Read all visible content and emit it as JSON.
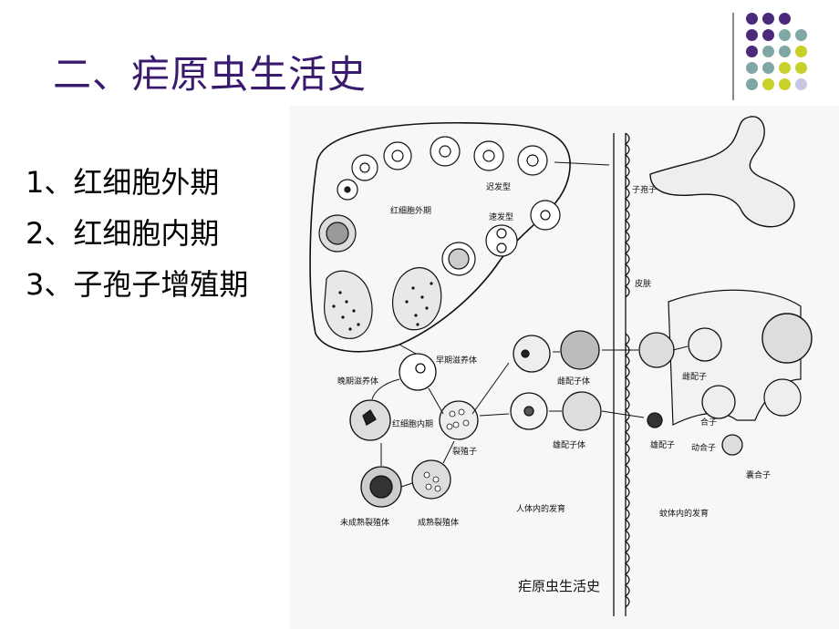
{
  "title": "二、疟原虫生活史",
  "bullets": [
    "1、红细胞外期",
    "2、红细胞内期",
    "3、子孢子增殖期"
  ],
  "figure": {
    "caption": "疟原虫生活史",
    "labels": {
      "exo_stage": "红细胞外期",
      "slow": "迟发型",
      "fast": "速发型",
      "sporozoite": "子孢子",
      "skin": "皮肤",
      "early_troph": "早期滋养体",
      "late_troph": "晚期滋养体",
      "rbc_stage": "红细胞内期",
      "merozoite": "裂殖子",
      "immature_schizont": "未成熟裂殖体",
      "mature_schizont": "成熟裂殖体",
      "female_gam": "雌配子体",
      "male_gam": "雄配子体",
      "female_gamete": "雌配子",
      "male_gamete": "雄配子",
      "zygote": "合子",
      "ookinete": "动合子",
      "oocyst": "囊合子",
      "human_dev": "人体内的发育",
      "mosquito_dev": "蚊体内的发育"
    }
  },
  "decor_colors": {
    "purple": "#4b2a7b",
    "teal": "#7fa7a5",
    "lime": "#c8d12a",
    "lavender": "#c9c6e0"
  }
}
